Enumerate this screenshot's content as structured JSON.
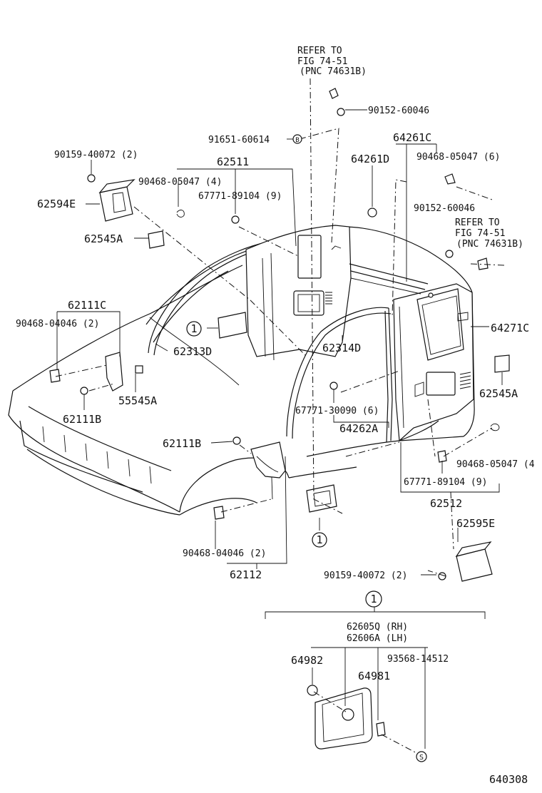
{
  "refer_top": {
    "line1": "REFER TO",
    "line2": "FIG 74-51",
    "line3": "(PNC 74631B)"
  },
  "refer_right": {
    "line1": "REFER TO",
    "line2": "FIG 74-51",
    "line3": "(PNC 74631B)"
  },
  "labels": {
    "p90152_60046_a": "90152-60046",
    "p91651_60614": "91651-60614",
    "p64261C": "64261C",
    "p90159_40072_a": "90159-40072 (2)",
    "p62511": "62511",
    "p64261D": "64261D",
    "p90468_05047_6": "90468-05047 (6)",
    "p90468_05047_4": "90468-05047 (4)",
    "p67771_89104_a": "67771-89104 (9)",
    "p62594E": "62594E",
    "p90152_60046_b": "90152-60046",
    "p62545A_a": "62545A",
    "p62111C": "62111C",
    "p90468_04046_a": "90468-04046 (2)",
    "p64271C": "64271C",
    "p62313D": "62313D",
    "p62314D": "62314D",
    "p55545A": "55545A",
    "p62545A_b": "62545A",
    "p62111B_a": "62111B",
    "p67771_30090": "67771-30090 (6)",
    "p64262A": "64262A",
    "p62111B_b": "62111B",
    "p90468_05047_c": "90468-05047 (4",
    "p67771_89104_b": "67771-89104 (9)",
    "p62512": "62512",
    "p62595E": "62595E",
    "p90468_04046_b": "90468-04046 (2)",
    "p62112": "62112",
    "p90159_40072_b": "90159-40072 (2)",
    "p62605Q": "62605Q (RH)",
    "p62606A": "62606A (LH)",
    "p64982": "64982",
    "p93568_14512": "93568-14512",
    "p64981": "64981",
    "fig_number": "640308"
  },
  "callouts": {
    "circle_1": "1",
    "circle_B": "B",
    "circle_S": "S"
  }
}
